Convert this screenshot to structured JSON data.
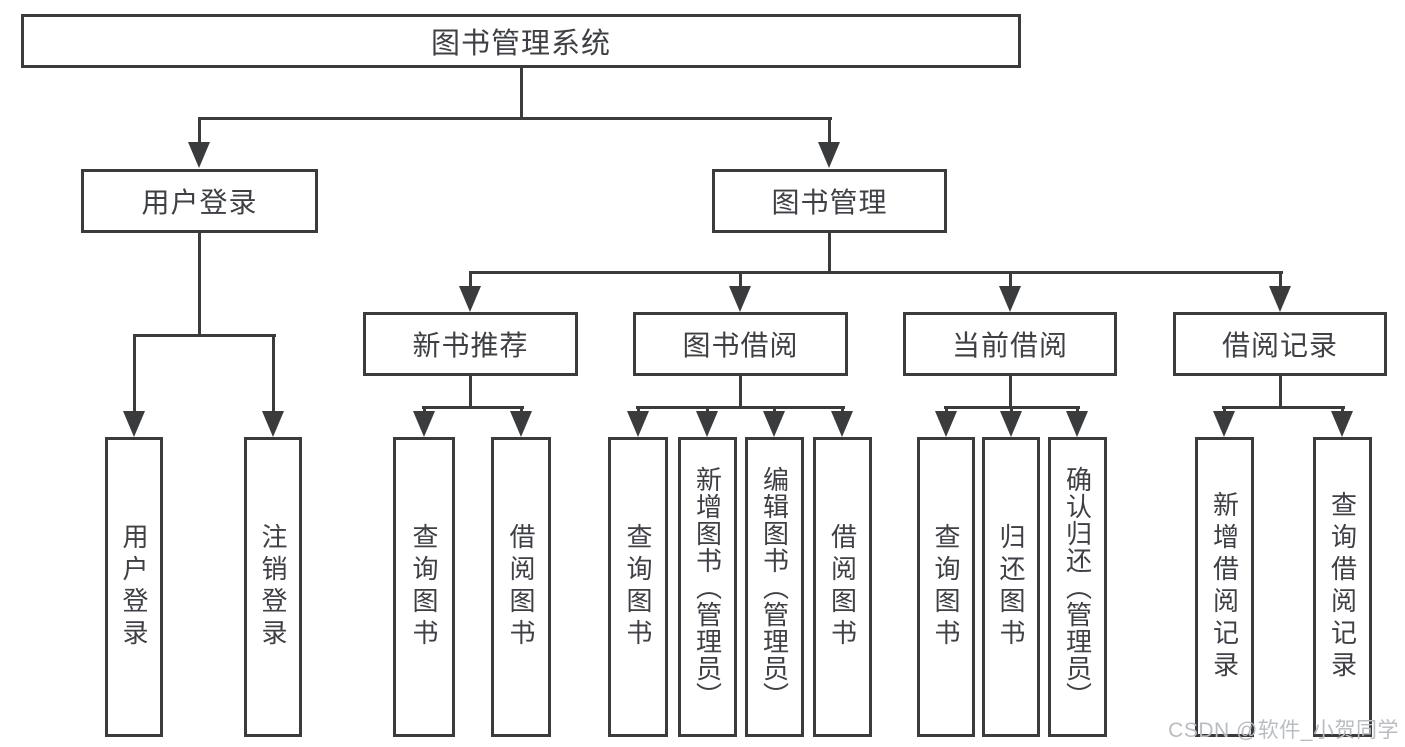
{
  "nodes": {
    "root": "图书管理系统",
    "level1": [
      "用户登录",
      "图书管理"
    ],
    "level2": [
      "新书推荐",
      "图书借阅",
      "当前借阅",
      "借阅记录"
    ],
    "leaves_user_login": [
      "用户登录",
      "注销登录"
    ],
    "leaves_new_books": [
      "查询图书",
      "借阅图书"
    ],
    "leaves_book_borrow": [
      "查询图书",
      "新增图书（管理员）",
      "编辑图书（管理员）",
      "借阅图书"
    ],
    "leaves_current_borrow": [
      "查询图书",
      "归还图书",
      "确认归还（管理员）"
    ],
    "leaves_borrow_records": [
      "新增借阅记录",
      "查询借阅记录"
    ]
  },
  "watermark": "CSDN @软件_小贺同学",
  "colors": {
    "line": "#3a3b3d",
    "text": "#3e4046",
    "watermark": "#b9bcc0",
    "background": "#ffffff"
  }
}
